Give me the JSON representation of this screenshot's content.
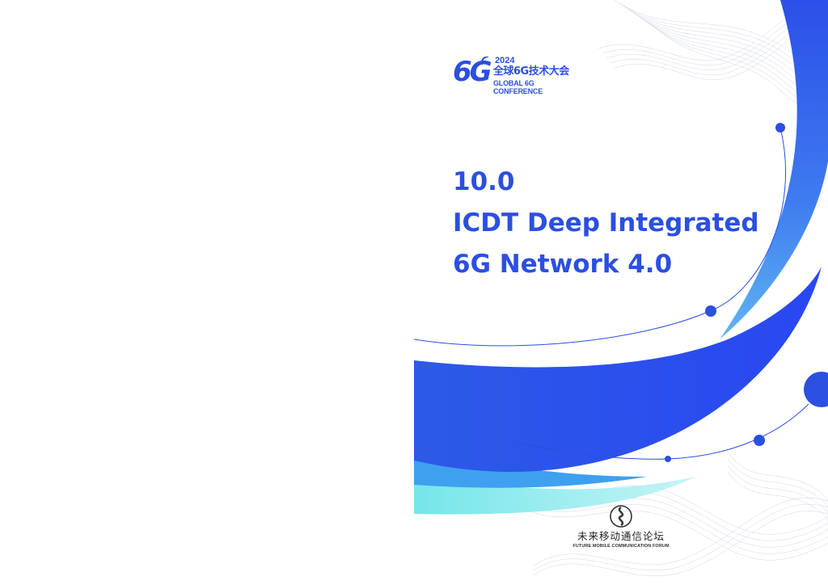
{
  "conference": {
    "year": "2024",
    "name_cn": "全球6G技术大会",
    "name_en": "GLOBAL 6G CONFERENCE"
  },
  "title": {
    "line1": "10.0",
    "line2": "ICDT Deep Integrated",
    "line3": "6G Network 4.0"
  },
  "forum": {
    "name_cn": "未来移动通信论坛",
    "name_en": "FUTURE MOBILE COMMUNICATION FORUM"
  },
  "colors": {
    "brand_blue": "#2b4fe0",
    "light_blue": "#3fa0f0",
    "cyan": "#6ee0e8"
  }
}
